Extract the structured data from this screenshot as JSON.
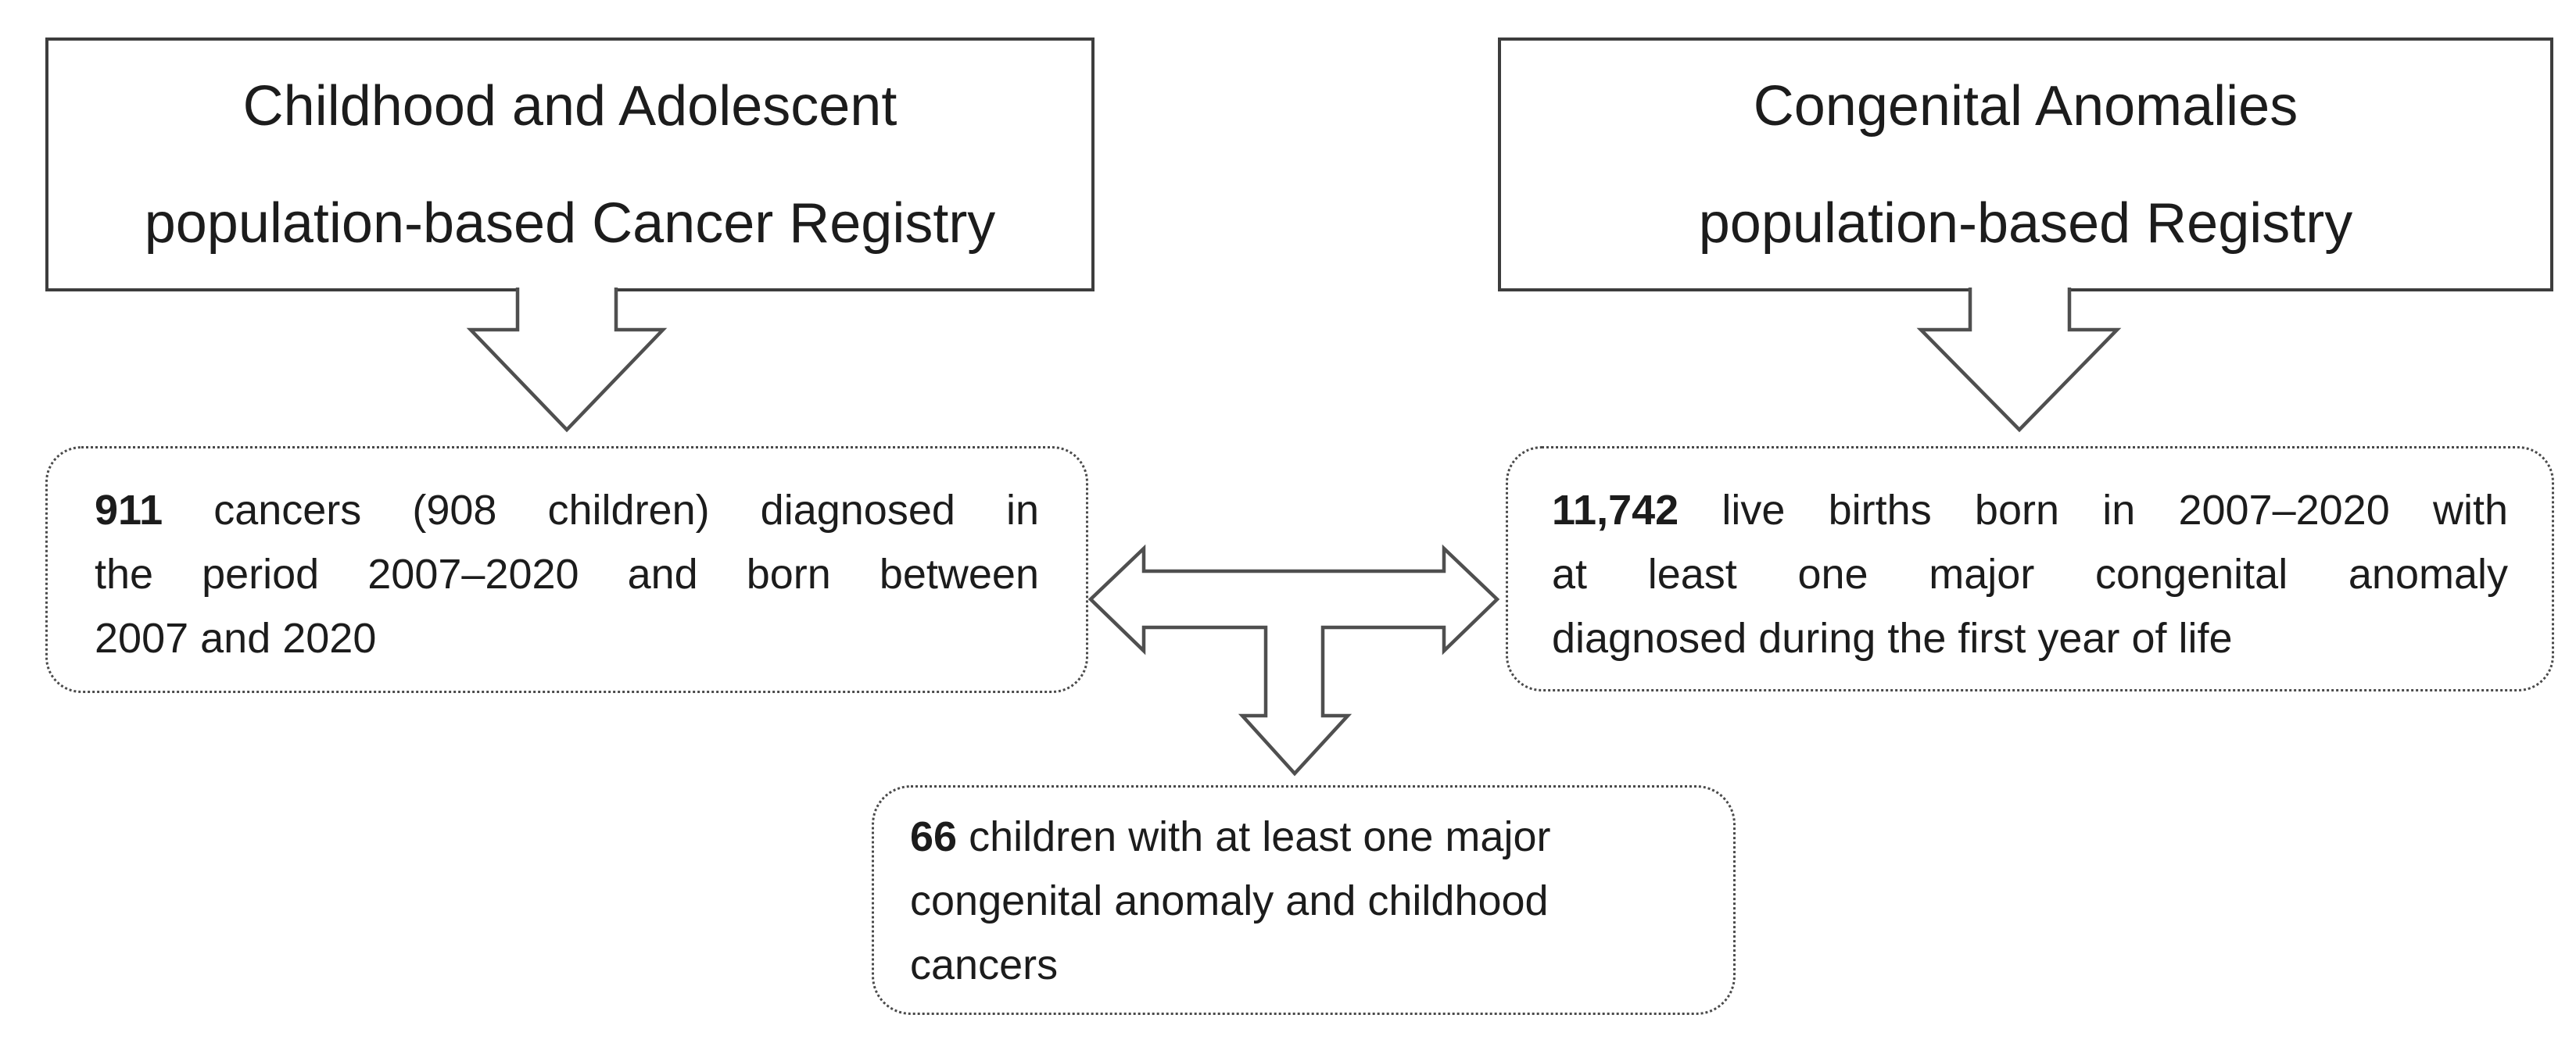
{
  "colors": {
    "background": "#ffffff",
    "solid_border": "#3d3d3d",
    "dotted_border": "#4a4a4a",
    "arrow_outline": "#4f4f4f",
    "text": "#1c1c1c"
  },
  "cancer_registry_box": {
    "line1": "Childhood and Adolescent",
    "line2": "population-based Cancer Registry"
  },
  "anomalies_registry_box": {
    "line1": "Congenital Anomalies",
    "line2": "population-based Registry"
  },
  "cancers_cohort_box": {
    "count": "911",
    "line1_rest": " cancers (908 children) diagnosed in",
    "line2": "the period 2007–2020 and born between",
    "line3": "2007 and 2020"
  },
  "births_cohort_box": {
    "count": "11,742",
    "line1_rest": " live births born in 2007–2020 with",
    "line2": "at least one major congenital anomaly",
    "line3": "diagnosed during the first year of life"
  },
  "overlap_cohort_box": {
    "count": "66",
    "line1_rest": " children with at least one major",
    "line2": "congenital anomaly and childhood",
    "line3": "cancers"
  }
}
